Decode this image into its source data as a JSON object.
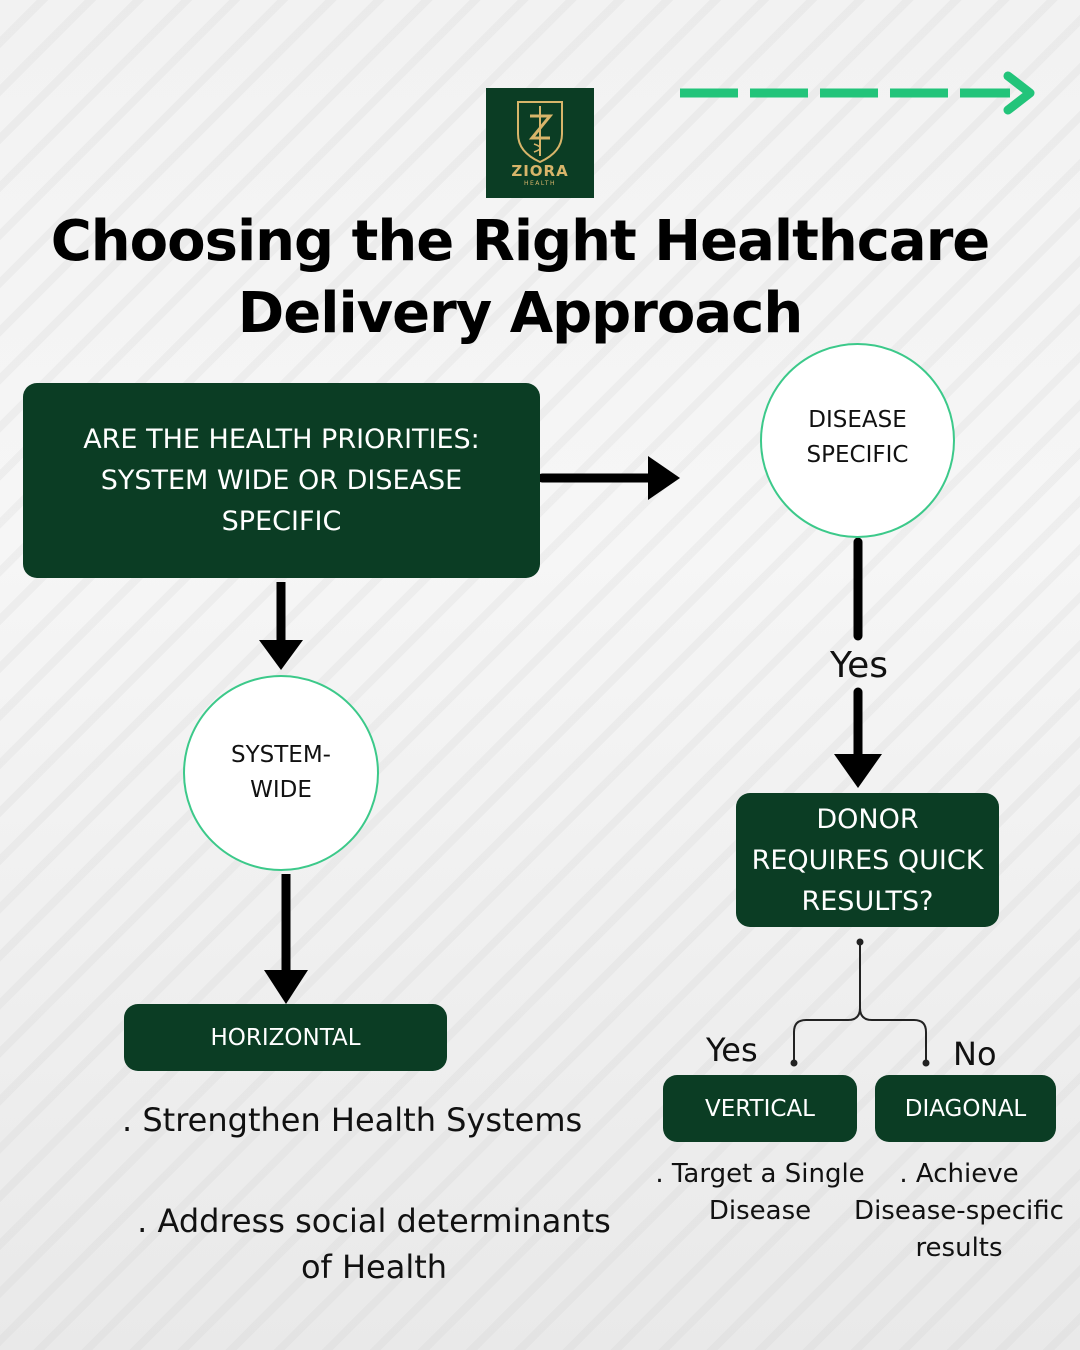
{
  "logo": {
    "name": "ZIORA",
    "sub": "HEALTH"
  },
  "title_line1": "Choosing the Right Healthcare",
  "title_line2": "Delivery Approach",
  "question_box": "ARE THE HEALTH PRIORITIES: SYSTEM WIDE OR DISEASE SPECIFIC",
  "circle_system_line1": "SYSTEM-",
  "circle_system_line2": "WIDE",
  "circle_disease_line1": "DISEASE",
  "circle_disease_line2": "SPECIFIC",
  "yes_label_right": "Yes",
  "donor_box_line1": "DONOR",
  "donor_box_line2": "REQUIRES QUICK",
  "donor_box_line3": "RESULTS?",
  "horizontal_box": "HORIZONTAL",
  "horizontal_points": [
    ". Strengthen Health Systems",
    ". Address social determinants",
    "of Health"
  ],
  "branch_yes": "Yes",
  "branch_no": "No",
  "vertical_box": "VERTICAL",
  "diagonal_box": "DIAGONAL",
  "vertical_points": [
    ". Target a Single",
    "Disease"
  ],
  "diagonal_points": [
    ". Achieve",
    "Disease-specific",
    "results"
  ],
  "colors": {
    "dark_green": "#0b3d24",
    "accent_green": "#22c47a",
    "gold": "#d8b56a"
  },
  "icons": [
    "arrow-right-dashed-icon",
    "caduceus-shield-icon"
  ]
}
